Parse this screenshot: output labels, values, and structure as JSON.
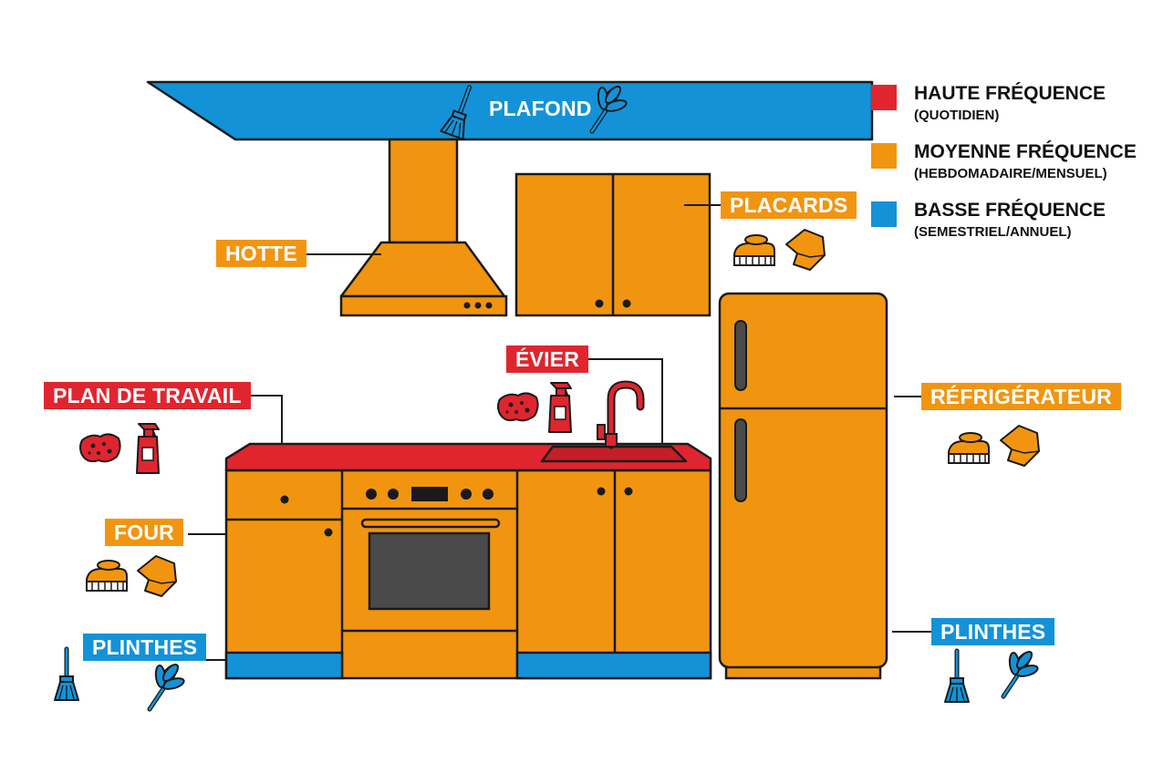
{
  "colors": {
    "high": "#e0252f",
    "medium": "#f19510",
    "low": "#1492d8",
    "outline": "#1a1a1a"
  },
  "legend": [
    {
      "title": "HAUTE FRÉQUENCE",
      "subtitle": "(QUOTIDIEN)",
      "color": "#e0252f"
    },
    {
      "title": "MOYENNE FRÉQUENCE",
      "subtitle": "(HEBDOMADAIRE/MENSUEL)",
      "color": "#f19510"
    },
    {
      "title": "BASSE FRÉQUENCE",
      "subtitle": "(SEMESTRIEL/ANNUEL)",
      "color": "#1492d8"
    }
  ],
  "labels": {
    "plafond": "PLAFOND",
    "hotte": "HOTTE",
    "placards": "PLACARDS",
    "evier": "ÉVIER",
    "plan_de_travail": "PLAN DE TRAVAIL",
    "refrigerateur": "RÉFRIGÉRATEUR",
    "four": "FOUR",
    "plinthes_left": "PLINTHES",
    "plinthes_right": "PLINTHES"
  },
  "tools": {
    "plafond": [
      "broom-icon",
      "feather-duster-icon"
    ],
    "placards": [
      "scrub-brush-icon",
      "cloth-icon"
    ],
    "evier": [
      "sponge-icon",
      "spray-bottle-icon"
    ],
    "plan_de_travail": [
      "sponge-icon",
      "spray-bottle-icon"
    ],
    "refrigerateur": [
      "scrub-brush-icon",
      "cloth-icon"
    ],
    "four": [
      "scrub-brush-icon",
      "cloth-icon"
    ],
    "plinthes_left": [
      "broom-icon",
      "feather-duster-icon"
    ],
    "plinthes_right": [
      "broom-icon",
      "feather-duster-icon"
    ]
  }
}
